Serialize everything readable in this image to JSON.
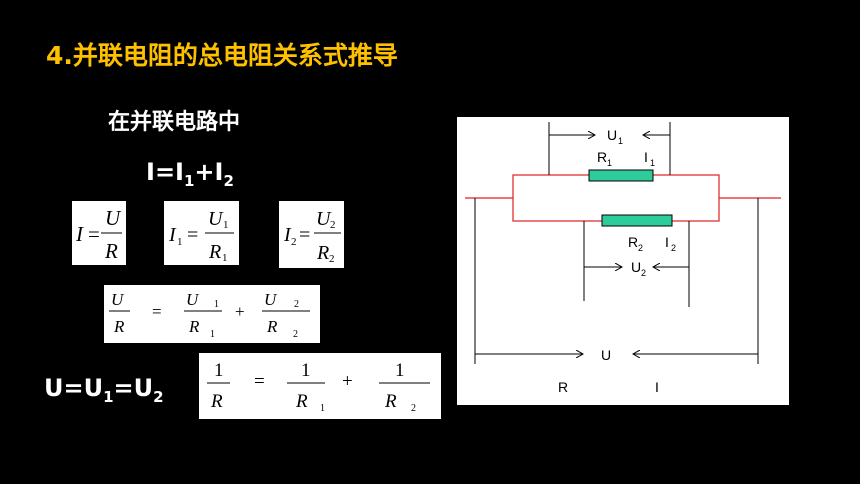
{
  "title": "4.并联电阻的总电阻关系式推导",
  "subtitle": "在并联电路中",
  "current_law": {
    "I": "I",
    "eq": "=",
    "I1": "I",
    "I1_sub": "1",
    "plus": "+",
    "I2": "I",
    "I2_sub": "2"
  },
  "voltage_law": {
    "U": "U",
    "eq1": "=",
    "U1": "U",
    "U1_sub": "1",
    "eq2": "=",
    "U2": "U",
    "U2_sub": "2"
  },
  "formulas": {
    "f1": {
      "lhs": "I",
      "eq": "=",
      "num": "U",
      "den": "R"
    },
    "f2": {
      "lhs": "I",
      "lhs_sub": "1",
      "eq": "=",
      "num": "U",
      "num_sub": "1",
      "den": "R",
      "den_sub": "1"
    },
    "f3": {
      "lhs": "I",
      "lhs_sub": "2",
      "eq": "=",
      "num": "U",
      "num_sub": "2",
      "den": "R",
      "den_sub": "2"
    },
    "sum_u": {
      "n0": "U",
      "d0": "R",
      "eq": "=",
      "n1": "U",
      "n1s": "1",
      "d1": "R",
      "d1s": "1",
      "plus": "+",
      "n2": "U",
      "n2s": "2",
      "d2": "R",
      "d2s": "2"
    },
    "sum_1": {
      "n0": "1",
      "d0": "R",
      "eq": "=",
      "n1": "1",
      "d1": "R",
      "d1s": "1",
      "plus": "+",
      "n2": "1",
      "d2": "R",
      "d2s": "2"
    }
  },
  "circuit": {
    "U1": "U",
    "U1_sub": "1",
    "R1": "R",
    "R1_sub": "1",
    "I1": "I",
    "I1_sub": "1",
    "R2": "R",
    "R2_sub": "2",
    "I2": "I",
    "I2_sub": "2",
    "U2": "U",
    "U2_sub": "2",
    "U": "U",
    "R": "R",
    "I": "I",
    "wire_color": "#e02020",
    "resistor_color": "#2ecc9a"
  }
}
